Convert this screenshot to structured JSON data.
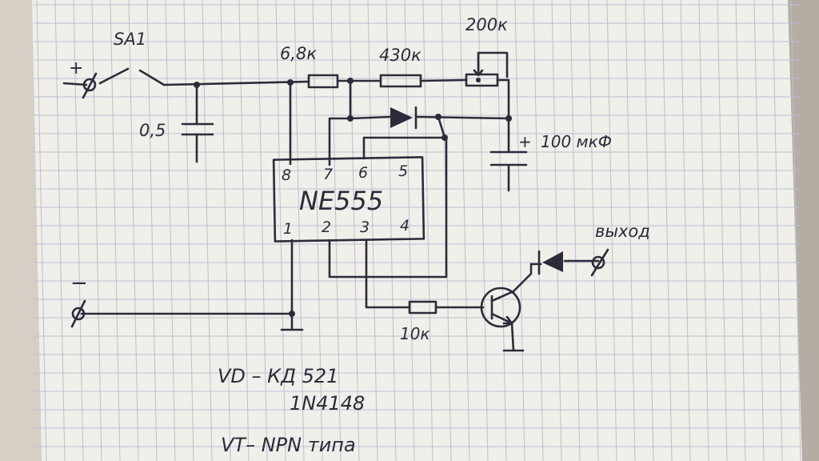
{
  "diagram": {
    "switch": {
      "label": "SA1"
    },
    "terminals": {
      "plus": "+",
      "minus": "−",
      "output": "выход"
    },
    "capacitors": {
      "supply": "0,5",
      "timing": "100 мкФ",
      "timing_plus": "+"
    },
    "resistors": {
      "r1": "6,8к",
      "r2": "430к",
      "pot": "200к",
      "base": "10к"
    },
    "ic": {
      "name": "NE555",
      "top_pins": [
        "8",
        "7",
        "6",
        "5"
      ],
      "bottom_pins": [
        "1",
        "2",
        "3",
        "4"
      ]
    },
    "notes": {
      "vd_line1": "VD – КД 521",
      "vd_line2": "1N4148",
      "vt": "VT– NPN типа"
    }
  },
  "colors": {
    "paper": "#f1efe9",
    "grid": "#b9c0d3",
    "ink": "#2a2c3a",
    "backdrop": "#c9c2b8"
  }
}
